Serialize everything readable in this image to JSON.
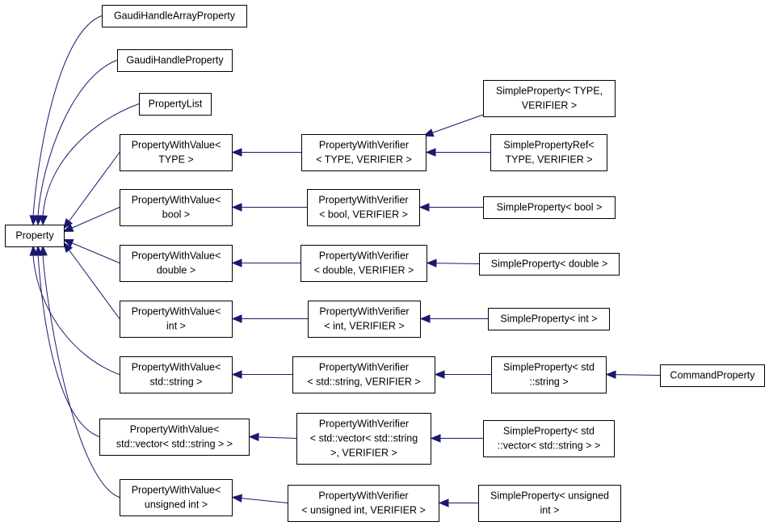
{
  "diagram": {
    "edge_color": "#191970",
    "nodes": [
      {
        "id": "property",
        "lines": [
          "Property"
        ]
      },
      {
        "id": "gh-array",
        "lines": [
          "GaudiHandleArrayProperty"
        ]
      },
      {
        "id": "gh-prop",
        "lines": [
          "GaudiHandleProperty"
        ]
      },
      {
        "id": "plist",
        "lines": [
          "PropertyList"
        ]
      },
      {
        "id": "pwv-type",
        "lines": [
          "PropertyWithValue<",
          "TYPE >"
        ]
      },
      {
        "id": "pwv-bool",
        "lines": [
          "PropertyWithValue<",
          "bool >"
        ]
      },
      {
        "id": "pwv-double",
        "lines": [
          "PropertyWithValue<",
          "double >"
        ]
      },
      {
        "id": "pwv-int",
        "lines": [
          "PropertyWithValue<",
          "int >"
        ]
      },
      {
        "id": "pwv-string",
        "lines": [
          "PropertyWithValue<",
          "std::string >"
        ]
      },
      {
        "id": "pwv-vector",
        "lines": [
          "PropertyWithValue<",
          "std::vector< std::string > >"
        ]
      },
      {
        "id": "pwv-uint",
        "lines": [
          "PropertyWithValue<",
          "unsigned int >"
        ]
      },
      {
        "id": "pwver-type",
        "lines": [
          "PropertyWithVerifier",
          "< TYPE, VERIFIER >"
        ]
      },
      {
        "id": "pwver-bool",
        "lines": [
          "PropertyWithVerifier",
          "< bool, VERIFIER >"
        ]
      },
      {
        "id": "pwver-double",
        "lines": [
          "PropertyWithVerifier",
          "< double, VERIFIER >"
        ]
      },
      {
        "id": "pwver-int",
        "lines": [
          "PropertyWithVerifier",
          "< int, VERIFIER >"
        ]
      },
      {
        "id": "pwver-string",
        "lines": [
          "PropertyWithVerifier",
          "< std::string, VERIFIER >"
        ]
      },
      {
        "id": "pwver-vector",
        "lines": [
          "PropertyWithVerifier",
          "< std::vector< std::string",
          ">, VERIFIER >"
        ]
      },
      {
        "id": "pwver-uint",
        "lines": [
          "PropertyWithVerifier",
          "< unsigned int, VERIFIER >"
        ]
      },
      {
        "id": "sp-type",
        "lines": [
          "SimpleProperty< TYPE,",
          "VERIFIER >"
        ]
      },
      {
        "id": "spref-type",
        "lines": [
          "SimplePropertyRef<",
          "TYPE, VERIFIER >"
        ]
      },
      {
        "id": "sp-bool",
        "lines": [
          "SimpleProperty< bool >"
        ]
      },
      {
        "id": "sp-double",
        "lines": [
          "SimpleProperty< double >"
        ]
      },
      {
        "id": "sp-int",
        "lines": [
          "SimpleProperty< int >"
        ]
      },
      {
        "id": "sp-string",
        "lines": [
          "SimpleProperty< std",
          "::string >"
        ]
      },
      {
        "id": "sp-vector",
        "lines": [
          "SimpleProperty< std",
          "::vector< std::string > >"
        ]
      },
      {
        "id": "sp-uint",
        "lines": [
          "SimpleProperty< unsigned",
          "int >"
        ]
      },
      {
        "id": "cmd",
        "lines": [
          "CommandProperty"
        ]
      }
    ],
    "edges": [
      {
        "from": "gh-array",
        "to": "property"
      },
      {
        "from": "gh-prop",
        "to": "property"
      },
      {
        "from": "plist",
        "to": "property"
      },
      {
        "from": "pwv-type",
        "to": "property"
      },
      {
        "from": "pwv-bool",
        "to": "property"
      },
      {
        "from": "pwv-double",
        "to": "property"
      },
      {
        "from": "pwv-int",
        "to": "property"
      },
      {
        "from": "pwv-string",
        "to": "property"
      },
      {
        "from": "pwv-vector",
        "to": "property"
      },
      {
        "from": "pwv-uint",
        "to": "property"
      },
      {
        "from": "pwver-type",
        "to": "pwv-type"
      },
      {
        "from": "pwver-bool",
        "to": "pwv-bool"
      },
      {
        "from": "pwver-double",
        "to": "pwv-double"
      },
      {
        "from": "pwver-int",
        "to": "pwv-int"
      },
      {
        "from": "pwver-string",
        "to": "pwv-string"
      },
      {
        "from": "pwver-vector",
        "to": "pwv-vector"
      },
      {
        "from": "pwver-uint",
        "to": "pwv-uint"
      },
      {
        "from": "sp-type",
        "to": "pwver-type"
      },
      {
        "from": "spref-type",
        "to": "pwver-type"
      },
      {
        "from": "sp-bool",
        "to": "pwver-bool"
      },
      {
        "from": "sp-double",
        "to": "pwver-double"
      },
      {
        "from": "sp-int",
        "to": "pwver-int"
      },
      {
        "from": "sp-string",
        "to": "pwver-string"
      },
      {
        "from": "sp-vector",
        "to": "pwver-vector"
      },
      {
        "from": "sp-uint",
        "to": "pwver-uint"
      },
      {
        "from": "cmd",
        "to": "sp-string"
      }
    ]
  }
}
